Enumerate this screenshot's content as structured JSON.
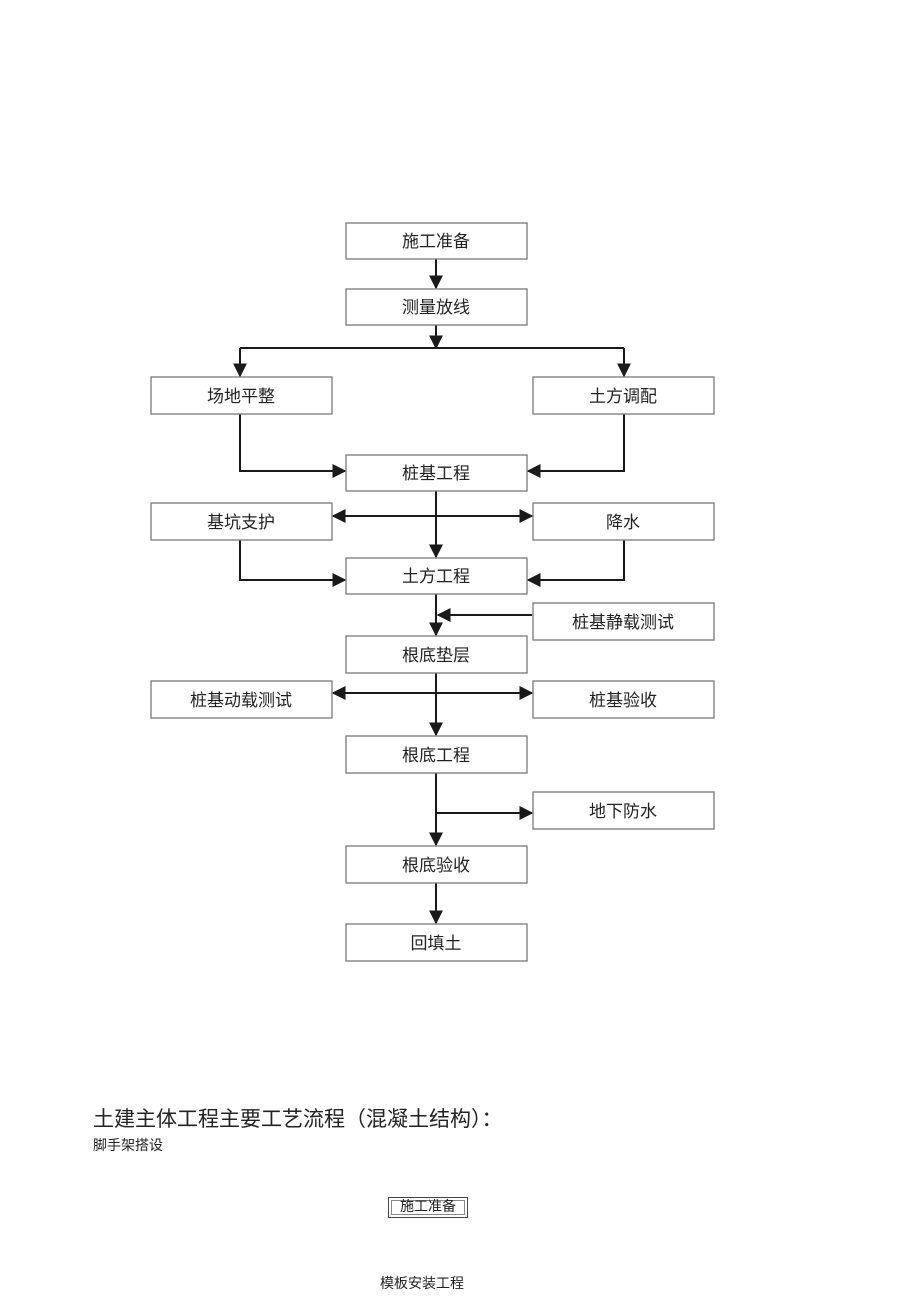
{
  "flowchart": {
    "nodes": {
      "prep": "施工准备",
      "survey": "测量放线",
      "site_leveling": "场地平整",
      "earth_allocation": "土方调配",
      "pile_works": "桩基工程",
      "pit_support": "基坑支护",
      "dewatering": "降水",
      "earthworks": "土方工程",
      "pile_static_test": "桩基静载测试",
      "base_cushion": "根底垫层",
      "pile_dynamic_test": "桩基动载测试",
      "pile_acceptance": "桩基验收",
      "foundation_works": "根底工程",
      "underground_waterproof": "地下防水",
      "foundation_acceptance": "根底验收",
      "backfill": "回填土"
    }
  },
  "section": {
    "heading": "土建主体工程主要工艺流程（混凝土结构）：",
    "subheading": "脚手架搭设",
    "small_box_label": "施工准备",
    "bottom_label": "模板安装工程"
  }
}
